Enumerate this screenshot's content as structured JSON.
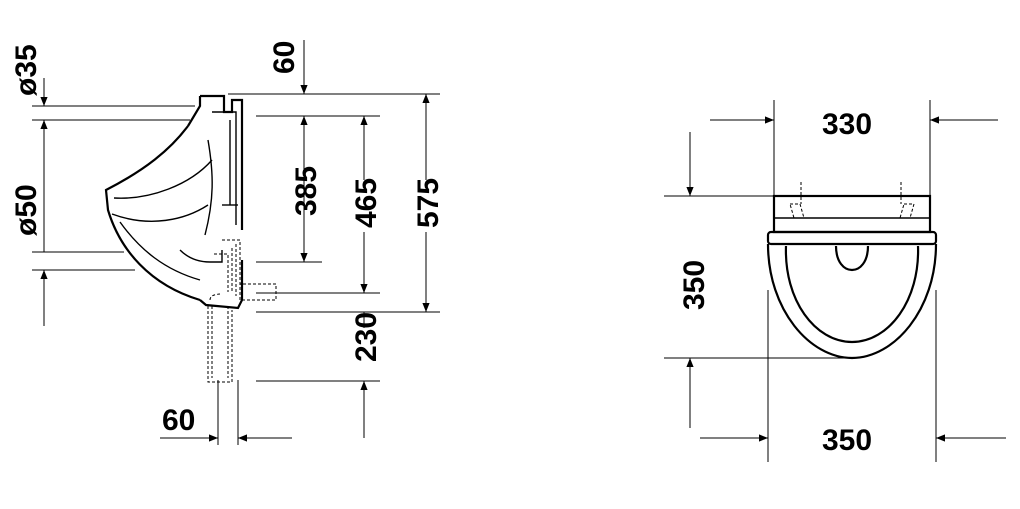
{
  "side_view": {
    "dim_diameter_35": "ø35",
    "dim_diameter_50": "ø50",
    "dim_top_60": "60",
    "dim_385": "385",
    "dim_465": "465",
    "dim_575": "575",
    "dim_230": "230",
    "dim_bottom_60": "60"
  },
  "front_view": {
    "dim_width_top": "330",
    "dim_height": "350",
    "dim_width_bottom": "350"
  }
}
